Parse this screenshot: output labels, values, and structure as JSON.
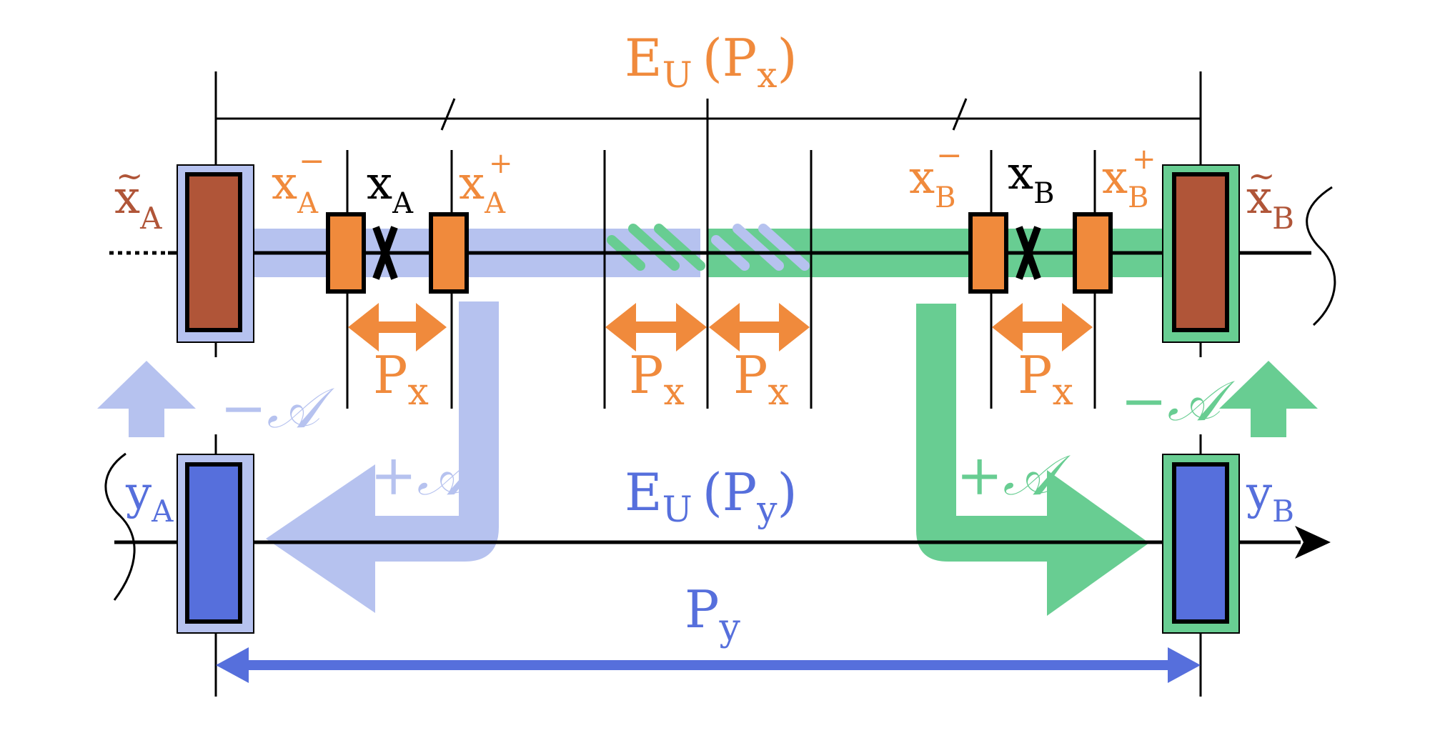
{
  "colors": {
    "orange": "#f08a3c",
    "brown": "#b05538",
    "blue": "#566fdc",
    "light_blue": "#b6c2ef",
    "green": "#68cd92",
    "black": "#000000"
  },
  "top_label": {
    "main": "E",
    "sub": "U",
    "arg": "(P",
    "arg_sub": "x",
    "close": ")"
  },
  "mid_label": {
    "main": "E",
    "sub": "U",
    "arg": "(P",
    "arg_sub": "y",
    "close": ")"
  },
  "labels": {
    "x_tilde_a": {
      "base": "x",
      "accent": "~",
      "sub": "A"
    },
    "x_tilde_b": {
      "base": "x",
      "accent": "~",
      "sub": "B"
    },
    "x_minus_a": {
      "base": "x",
      "sup": "−",
      "sub": "A"
    },
    "x_plus_a": {
      "base": "x",
      "sup": "+",
      "sub": "A"
    },
    "x_a": {
      "base": "x",
      "sub": "A"
    },
    "x_minus_b": {
      "base": "x",
      "sup": "−",
      "sub": "B"
    },
    "x_plus_b": {
      "base": "x",
      "sup": "+",
      "sub": "B"
    },
    "x_b": {
      "base": "x",
      "sub": "B"
    },
    "y_a": {
      "base": "y",
      "sub": "A"
    },
    "y_b": {
      "base": "y",
      "sub": "B"
    },
    "p_x": {
      "base": "P",
      "sub": "x"
    },
    "p_y": {
      "base": "P",
      "sub": "y"
    },
    "minus_a_left": {
      "sign": "−",
      "op": "𝒜"
    },
    "minus_a_right": {
      "sign": "−",
      "op": "𝒜"
    },
    "plus_a_left": {
      "sign": "+",
      "op": "𝒜"
    },
    "plus_a_right": {
      "sign": "+",
      "op": "𝒜"
    }
  },
  "icons": [
    "up-arrow-icon",
    "l-arrow-icon",
    "double-arrow-icon",
    "cross-mark-icon",
    "curly-break-icon"
  ]
}
